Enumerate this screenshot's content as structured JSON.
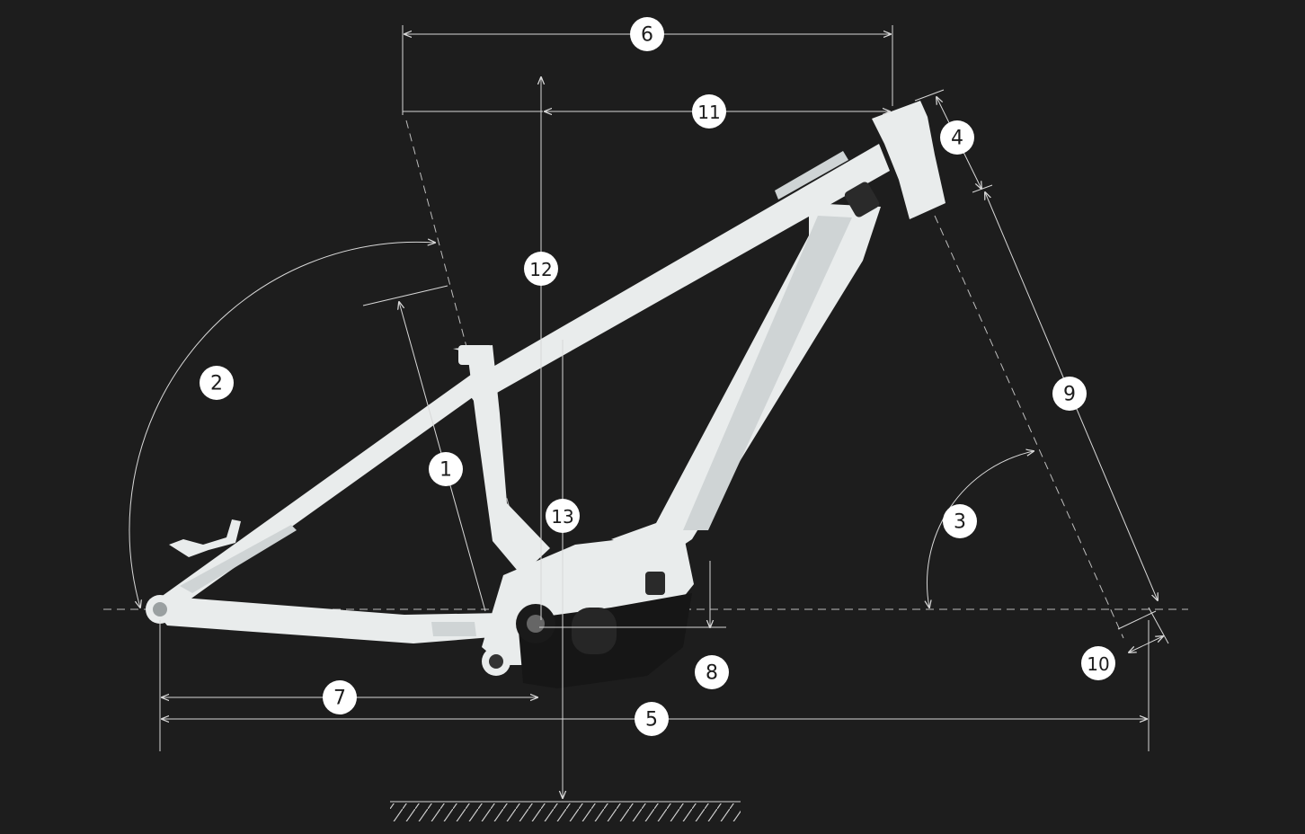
{
  "colors": {
    "background": "#1d1d1d",
    "frame": "#e9ecec",
    "dimension_lines": "#d8d8d8",
    "badge": "#ffffff",
    "badge_text": "#1d1d1d",
    "motor": "#161616"
  },
  "markers": [
    "1",
    "2",
    "3",
    "4",
    "5",
    "6",
    "7",
    "8",
    "9",
    "10",
    "11",
    "12",
    "13"
  ]
}
